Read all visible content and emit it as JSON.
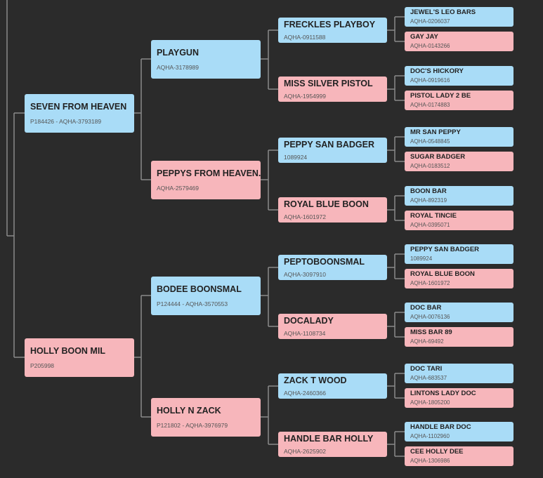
{
  "pedigree": {
    "sire": {
      "name": "SEVEN FROM HEAVEN",
      "reg": "P184426 - AQHA-3793189"
    },
    "dam": {
      "name": "HOLLY BOON MIL",
      "reg": "P205998"
    },
    "gen2": [
      {
        "name": "PLAYGUN",
        "reg": "AQHA-3178989"
      },
      {
        "name": "PEPPYS FROM HEAVEN.",
        "reg": "AQHA-2579469"
      },
      {
        "name": "BODEE BOONSMAL",
        "reg": "P124444 - AQHA-3570553"
      },
      {
        "name": "HOLLY N ZACK",
        "reg": "P121802 - AQHA-3976979"
      }
    ],
    "gen3": [
      {
        "name": "FRECKLES PLAYBOY",
        "reg": "AQHA-0911588"
      },
      {
        "name": "MISS SILVER PISTOL",
        "reg": "AQHA-1954999"
      },
      {
        "name": "PEPPY SAN BADGER",
        "reg": "1089924"
      },
      {
        "name": "ROYAL BLUE BOON",
        "reg": "AQHA-1601972"
      },
      {
        "name": "PEPTOBOONSMAL",
        "reg": "AQHA-3097910"
      },
      {
        "name": "DOCALADY",
        "reg": "AQHA-1108734"
      },
      {
        "name": "ZACK T WOOD",
        "reg": "AQHA-2460366"
      },
      {
        "name": "HANDLE BAR HOLLY",
        "reg": "AQHA-2625902"
      }
    ],
    "gen4": [
      {
        "name": "JEWEL'S LEO BARS",
        "reg": "AQHA-0206037"
      },
      {
        "name": "GAY JAY",
        "reg": "AQHA-0143266"
      },
      {
        "name": "DOC'S HICKORY",
        "reg": "AQHA-0919616"
      },
      {
        "name": "PISTOL LADY 2 BE",
        "reg": "AQHA-0174883"
      },
      {
        "name": "MR SAN PEPPY",
        "reg": "AQHA-0548845"
      },
      {
        "name": "SUGAR BADGER",
        "reg": "AQHA-0183512"
      },
      {
        "name": "BOON BAR",
        "reg": "AQHA-892319"
      },
      {
        "name": "ROYAL TINCIE",
        "reg": "AQHA-0395071"
      },
      {
        "name": "PEPPY SAN BADGER",
        "reg": "1089924"
      },
      {
        "name": "ROYAL BLUE BOON",
        "reg": "AQHA-1601972"
      },
      {
        "name": "DOC BAR",
        "reg": "AQHA-0076136"
      },
      {
        "name": "MISS BAR 89",
        "reg": "AQHA-69492"
      },
      {
        "name": "DOC TARI",
        "reg": "AQHA-683537"
      },
      {
        "name": "LINTONS LADY DOC",
        "reg": "AQHA-1805200"
      },
      {
        "name": "HANDLE BAR DOC",
        "reg": "AQHA-1102960"
      },
      {
        "name": "CEE HOLLY DEE",
        "reg": "AQHA-1306986"
      }
    ]
  },
  "colors": {
    "background": "#2b2b2b",
    "male": "#a9dcf7",
    "female": "#f7b6bb",
    "connector": "#8a8a8a"
  }
}
